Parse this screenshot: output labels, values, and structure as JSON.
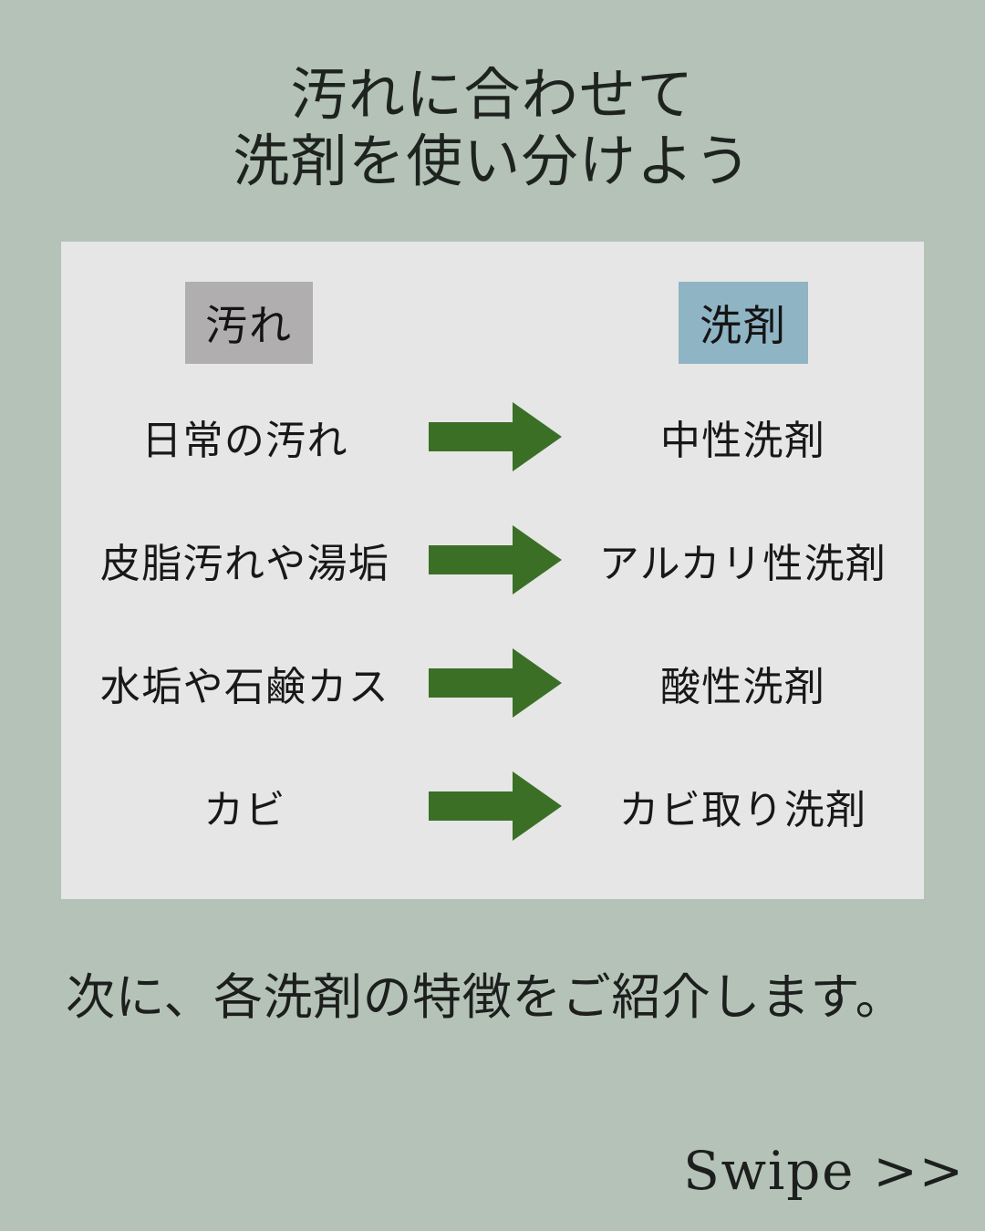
{
  "background_color": "#b5c2b7",
  "card": {
    "background_color": "#e6e6e6"
  },
  "title": {
    "line1": "汚れに合わせて",
    "line2": "洗剤を使い分けよう"
  },
  "table": {
    "headers": {
      "dirt": "汚れ",
      "dirt_badge_color": "#b0aeae",
      "detergent": "洗剤",
      "detergent_badge_color": "#8fb4c4"
    },
    "arrow_color": "#3c6f26",
    "arrow_icon": "right-arrow-icon",
    "rows": [
      {
        "dirt": "日常の汚れ",
        "detergent": "中性洗剤"
      },
      {
        "dirt": "皮脂汚れや湯垢",
        "detergent": "アルカリ性洗剤"
      },
      {
        "dirt": "水垢や石鹸カス",
        "detergent": "酸性洗剤"
      },
      {
        "dirt": "カビ",
        "detergent": "カビ取り洗剤"
      }
    ]
  },
  "note": "次に、各洗剤の特徴をご紹介します。",
  "swipe": {
    "label": "Swipe >>"
  }
}
